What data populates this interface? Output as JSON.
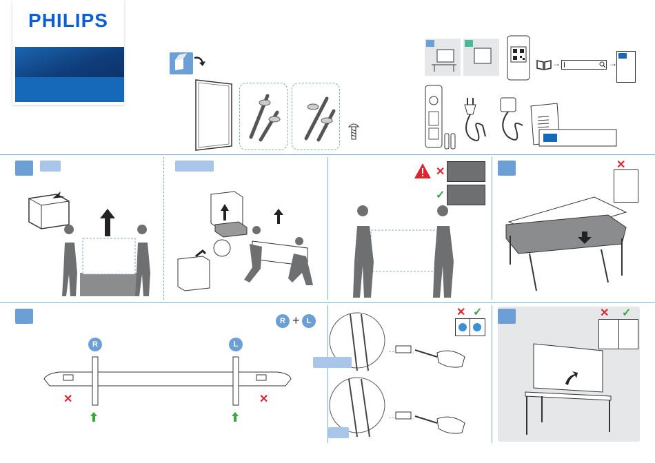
{
  "brand": {
    "name": "PHILIPS"
  },
  "badges": {
    "right": "R",
    "left": "L"
  },
  "symbols": {
    "plus": "+",
    "cross": "✕",
    "check": "✓"
  },
  "colors": {
    "brand_blue": "#0b5ed7",
    "accent_blue": "#6b9fd6",
    "light_blue": "#a9c6ea",
    "red": "#e0242f",
    "green": "#3aa640"
  },
  "icons": [
    "open-box-icon",
    "tv-panel-icon",
    "stand-leg-icon",
    "screw-icon",
    "remote-icon",
    "batteries-icon",
    "power-cord-icon",
    "qr-phone-icon",
    "manual-icon",
    "search-icon",
    "warning-icon",
    "screwdriver-icon",
    "table-icon"
  ]
}
